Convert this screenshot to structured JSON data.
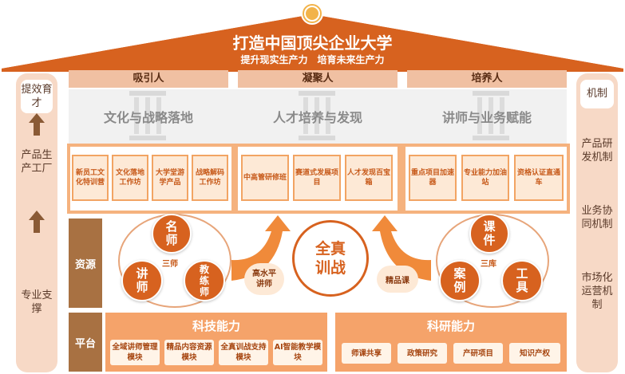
{
  "roof": {
    "title": "打造中国顶尖企业大学",
    "subtitle": "提升现实生产力　培育未来生产力"
  },
  "left_panel": {
    "top": "提效育才",
    "middle": "产品生产工厂",
    "bottom": "专业支撑"
  },
  "right_panel": {
    "items": [
      "机制",
      "产品研发机制",
      "业务协同机制",
      "市场化运营机制"
    ]
  },
  "columns": [
    {
      "header": "吸引人",
      "theme": "文化与战略落地",
      "cards": [
        "新员工文化特训营",
        "文化落地工作坊",
        "大学堂游学产品",
        "战略解码工作坊"
      ]
    },
    {
      "header": "凝聚人",
      "theme": "人才培养与发现",
      "cards": [
        "中高管研修班",
        "赛道式发展项目",
        "人才发现百宝箱"
      ]
    },
    {
      "header": "培养人",
      "theme": "讲师与业务赋能",
      "cards": [
        "重点项目加速器",
        "专业能力加油站",
        "资格认证直通车"
      ]
    }
  ],
  "resource": {
    "label": "资源",
    "left_cluster": {
      "center": "三师",
      "nodes": [
        "名师",
        "讲师",
        "教练师"
      ]
    },
    "left_arrow_label": "高水平讲师",
    "core": "全真训战",
    "right_arrow_label": "精品课",
    "right_cluster": {
      "center": "三库",
      "nodes": [
        "课件",
        "案例",
        "工具"
      ]
    }
  },
  "platform": {
    "label": "平台",
    "groups": [
      {
        "title": "科技能力",
        "items": [
          "全域讲师管理模块",
          "精品内容资源模块",
          "全真训战支持模块",
          "AI智能教学模块"
        ]
      },
      {
        "title": "科研能力",
        "items": [
          "师课共享",
          "政策研究",
          "产研项目",
          "知识产权"
        ]
      }
    ]
  },
  "colors": {
    "primary": "#d7621f",
    "light": "#f5b27e",
    "pale": "#f7d9c6",
    "brown": "#a87142"
  }
}
